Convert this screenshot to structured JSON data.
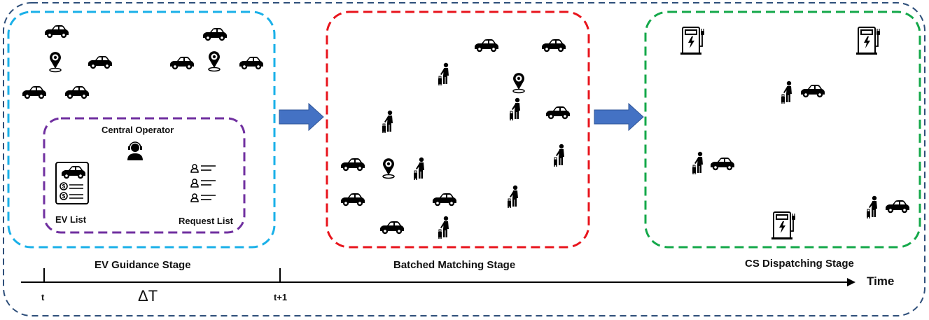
{
  "stages": {
    "guidance": "EV Guidance Stage",
    "matching": "Batched Matching Stage",
    "dispatching": "CS Dispatching Stage"
  },
  "operator": {
    "title": "Central Operator",
    "ev_list": "EV List",
    "request_list": "Request List"
  },
  "timeline": {
    "axis_label": "Time",
    "tick_start": "t",
    "tick_end": "t+1",
    "interval": "ΔT"
  },
  "colors": {
    "outer_border": "#2e4f7a",
    "guidance_border": "#1ab0e8",
    "operator_border": "#7030a0",
    "matching_border": "#e8141c",
    "dispatching_border": "#14a84a",
    "arrow": "#4472c4",
    "icon": "#000000"
  },
  "icons": {
    "car": "car-icon",
    "location_pin": "location-pin-icon",
    "passenger": "passenger-with-luggage-icon",
    "charging_station": "charging-station-icon",
    "operator": "operator-headset-icon",
    "ev_list_document": "ev-list-document-icon",
    "request_list": "request-list-icon"
  }
}
